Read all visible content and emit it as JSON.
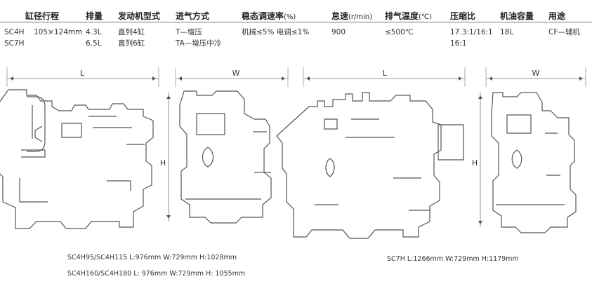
{
  "table": {
    "headers": {
      "stroke": "缸径行程",
      "displacement": "排量",
      "engine_type": "发动机型式",
      "intake": "进气方式",
      "governing": "稳态调速率",
      "governing_unit": "(%)",
      "idle": "怠速",
      "idle_unit": "(r/min)",
      "exhaust": "排气温度",
      "exhaust_unit": "(℃)",
      "compression": "压缩比",
      "oil": "机油容量",
      "usage": "用途"
    },
    "models": [
      "SC4H",
      "SC7H"
    ],
    "stroke": "105×124mm",
    "displacement": [
      "4.3L",
      "6.5L"
    ],
    "engine_type": [
      "直列4缸",
      "直列6缸"
    ],
    "intake": [
      "T—增压",
      "TA—增压中冷"
    ],
    "governing": "机械≤5% 电调≤1%",
    "idle": "900",
    "exhaust": "≤500℃",
    "compression": [
      "17.3:1/16:1",
      "16:1"
    ],
    "oil": "18L",
    "usage": "CF—辅机"
  },
  "drawings": {
    "dim_l": "L",
    "dim_w": "W",
    "dim_h": "H"
  },
  "captions": {
    "sc4h_1": "SC4H95/SC4H115  L:976mm W:729mm H:1028mm",
    "sc4h_2": "SC4H160/SC4H180  L: 976mm W:729mm H: 1055mm",
    "sc7h": "SC7H  L:1266mm W:729mm H:1179mm"
  }
}
